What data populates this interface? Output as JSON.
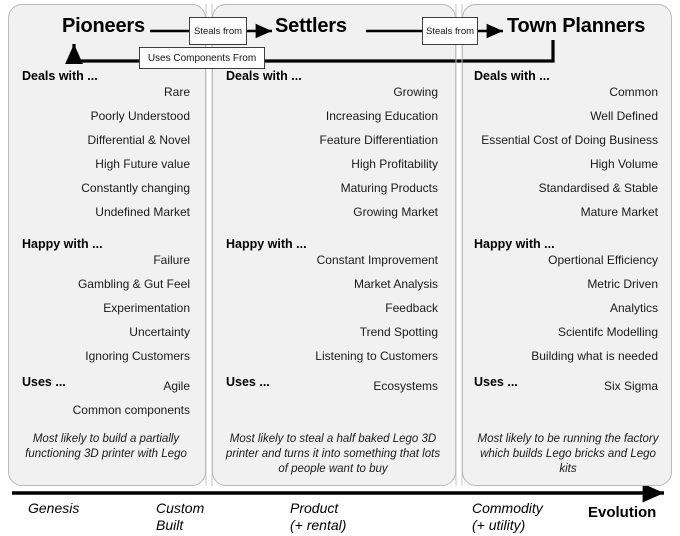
{
  "columns": [
    {
      "title": "Pioneers",
      "sections": [
        {
          "heading": "Deals with ...",
          "items": [
            "Rare",
            "Poorly Understood",
            "Differential & Novel",
            "High Future value",
            "Constantly changing",
            "Undefined Market"
          ]
        },
        {
          "heading": "Happy with ...",
          "items": [
            "Failure",
            "Gambling & Gut Feel",
            "Experimentation",
            "Uncertainty",
            "Ignoring Customers"
          ]
        },
        {
          "heading": "Uses ...",
          "items": [
            "Agile",
            "Common components"
          ]
        }
      ],
      "note": "Most likely to build a partially functioning 3D printer with Lego"
    },
    {
      "title": "Settlers",
      "sections": [
        {
          "heading": "Deals with ...",
          "items": [
            "Growing",
            "Increasing Education",
            "Feature Differentiation",
            "High Profitability",
            "Maturing Products",
            "Growing Market"
          ]
        },
        {
          "heading": "Happy with ...",
          "items": [
            "Constant Improvement",
            "Market Analysis",
            "Feedback",
            "Trend Spotting",
            "Listening to Customers"
          ]
        },
        {
          "heading": "Uses ...",
          "items": [
            "Ecosystems"
          ]
        }
      ],
      "note": "Most likely to steal a half baked Lego 3D printer and turns it into something that lots of people want to buy"
    },
    {
      "title": "Town Planners",
      "sections": [
        {
          "heading": "Deals with ...",
          "items": [
            "Common",
            "Well Defined",
            "Essential Cost of Doing Business",
            "High Volume",
            "Standardised & Stable",
            "Mature Market"
          ]
        },
        {
          "heading": "Happy with ...",
          "items": [
            "Opertional Efficiency",
            "Metric Driven",
            "Analytics",
            "Scientifc Modelling",
            "Building what is needed"
          ]
        },
        {
          "heading": "Uses ...",
          "items": [
            "Six Sigma"
          ]
        }
      ],
      "note": "Most likely to be running the factory which builds Lego bricks and Lego kits"
    }
  ],
  "connectors": {
    "steals_from_1": "Steals from",
    "steals_from_2": "Steals from",
    "uses_components_from": "Uses Components From"
  },
  "axis": {
    "title": "Evolution",
    "ticks": [
      {
        "line1": "Genesis",
        "line2": ""
      },
      {
        "line1": "Custom",
        "line2": "Built"
      },
      {
        "line1": "Product",
        "line2": "(+ rental)"
      },
      {
        "line1": "Commodity",
        "line2": "(+ utility)"
      }
    ]
  },
  "colors": {
    "panel_fill": "#f1f1f1",
    "panel_border": "#b9b9b9",
    "ink": "#000000",
    "label_box_border": "#3d3d3d",
    "label_box_fill": "#ffffff"
  }
}
